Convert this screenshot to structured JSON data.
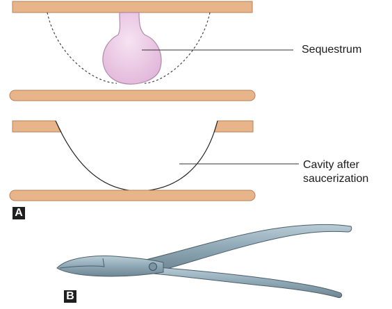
{
  "labels": {
    "sequestrum": "Sequestrum",
    "cavity_line1": "Cavity after",
    "cavity_line2": "saucerization"
  },
  "panels": {
    "a": "A",
    "b": "B"
  },
  "colors": {
    "bone": "#e8b48a",
    "bone_edge": "#b97f55",
    "sequestrum_fill": "#eecbe8",
    "sequestrum_edge": "#b08aa8",
    "instrument_fill": "#8fa8b6",
    "instrument_edge": "#4a5e69",
    "line": "#333333"
  },
  "icons": {
    "instrument": "bone-rongeur-icon"
  }
}
